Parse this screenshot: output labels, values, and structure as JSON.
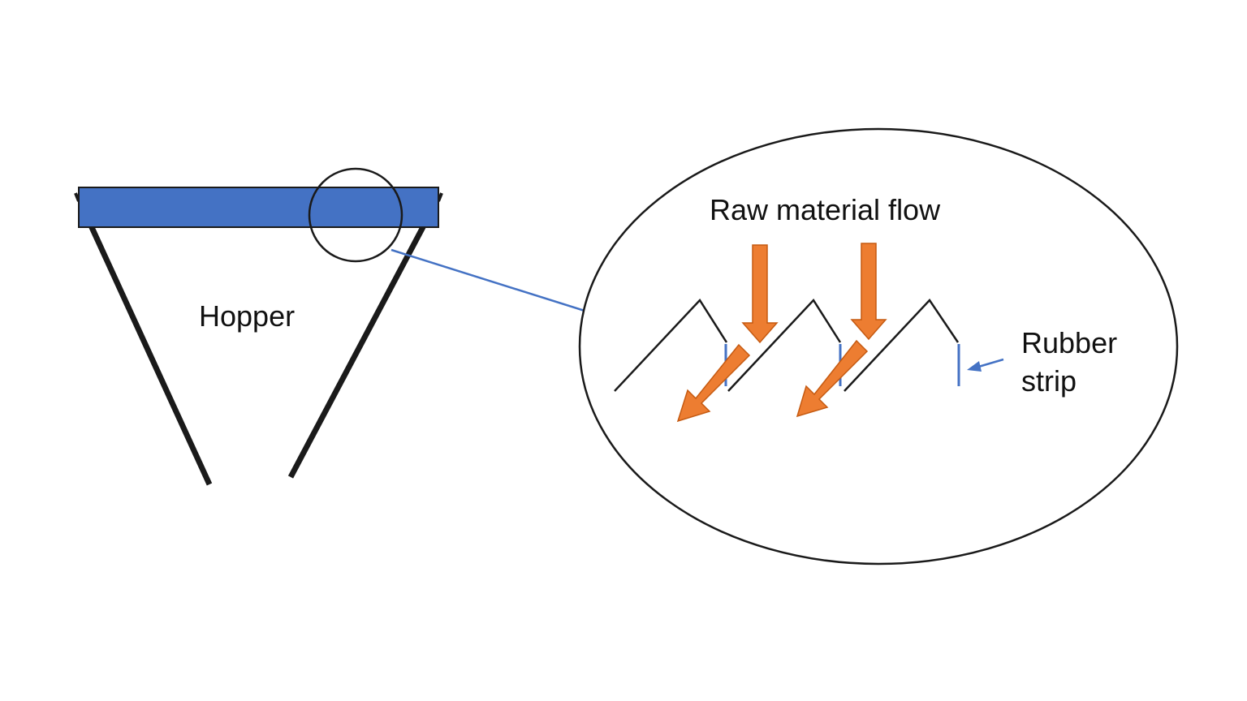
{
  "labels": {
    "hopper": "Hopper",
    "flow": "Raw material flow",
    "rubber_line1": "Rubber",
    "rubber_line2": "strip"
  },
  "colors": {
    "hopper_bar": "#4472C4",
    "flow_arrow": "#ED7D31",
    "rubber_strip": "#4472C4",
    "leader_line": "#4472C4",
    "outline": "#111111"
  },
  "icons": {
    "flow_arrow": "orange-block-arrow",
    "rubber_pointer": "blue-line-arrow"
  }
}
